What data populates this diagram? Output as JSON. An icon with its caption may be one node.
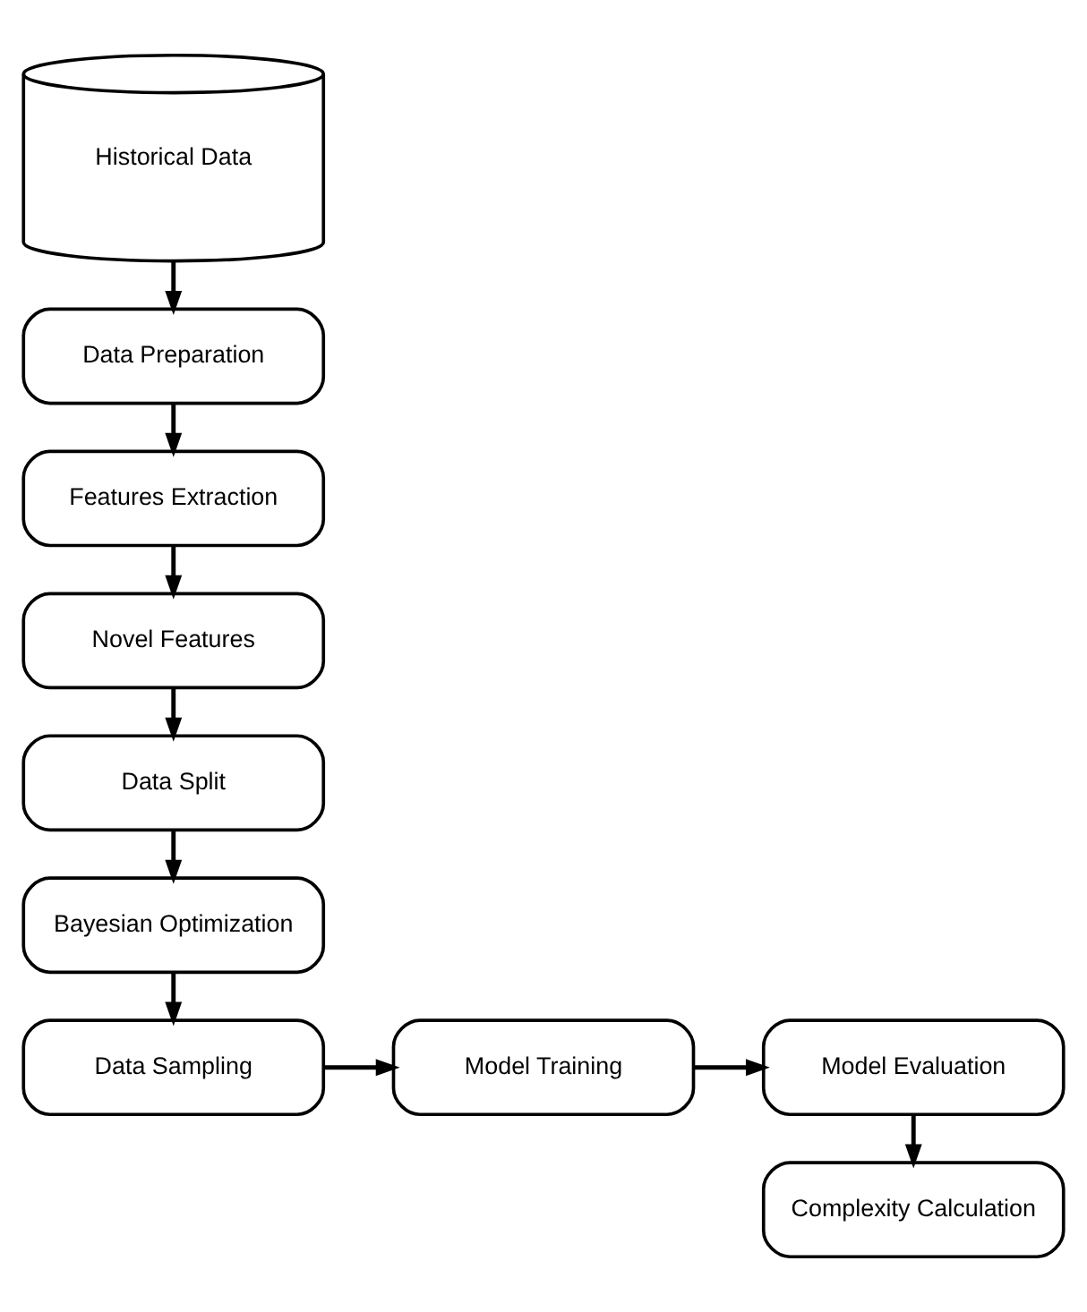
{
  "diagram": {
    "nodes": [
      {
        "text": [
          "Historical Data"
        ]
      },
      {
        "text": [
          "Data Preparation"
        ]
      },
      {
        "text": [
          "Features Extraction"
        ]
      },
      {
        "text": [
          "Novel Features"
        ]
      },
      {
        "text": [
          "Data Split"
        ]
      },
      {
        "text": [
          "Bayesian Optimization"
        ]
      },
      {
        "text": [
          "Data Sampling"
        ]
      },
      {
        "text": [
          "Model Training"
        ]
      },
      {
        "text": [
          "Model Evaluation"
        ]
      },
      {
        "text": [
          "Complexity Calculation"
        ]
      }
    ],
    "edges": [
      {
        "from": 0,
        "to": 1,
        "arrow": "to"
      },
      {
        "from": 1,
        "to": 2,
        "arrow": "to"
      },
      {
        "from": 2,
        "to": 3,
        "arrow": "to"
      },
      {
        "from": 3,
        "to": 4,
        "arrow": "to"
      },
      {
        "from": 4,
        "to": 5,
        "arrow": "to"
      },
      {
        "from": 5,
        "to": 6,
        "arrow": "to"
      },
      {
        "from": 6,
        "to": 7,
        "arrow": "to"
      },
      {
        "from": 7,
        "to": 8,
        "arrow": "to"
      },
      {
        "from": 8,
        "to": 9,
        "arrow": "to"
      }
    ]
  }
}
